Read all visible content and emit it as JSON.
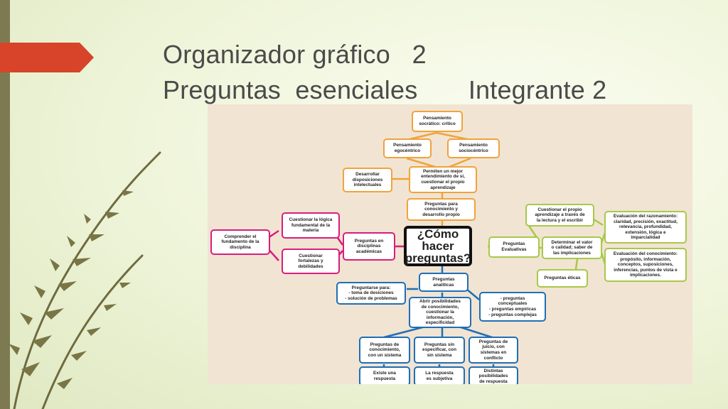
{
  "slide": {
    "title_line1": "Organizador gráfico   2",
    "title_line2": "Preguntas  esenciales       Integrante 2"
  },
  "colors": {
    "accent_red": "#d7442a",
    "left_bar": "#7d7a52",
    "orange": "#f0a33c",
    "pink": "#d81e7d",
    "green": "#a8c84a",
    "blue": "#1f6fb4",
    "map_background": "#f1e4d3"
  },
  "diagram": {
    "center": "¿Cómo\nhacer\npreguntas?",
    "orange_branch": {
      "socratico": "Pensamiento\nsocrático: crítico",
      "egocentrico": "Pensamiento\negocéntrico",
      "sociocentrico": "Pensamiento\nsociocéntrico",
      "disposiciones": "Desarrollar\ndisposiciones\nintelectuales",
      "permiten": "Permiten un mejor\nentendimiento de sí,\ncuestionar el propio\naprendizaje",
      "conocimiento": "Preguntas para\nconocimiento y\ndesarrollo propio"
    },
    "pink_branch": {
      "logica": "Cuestionar la lógica\nfundamental de la\nmateria",
      "fundamento": "Comprender el\nfundamento de la\ndisciplina",
      "fortalezas": "Cuestionar\nfortalezas y\ndebilidades",
      "disciplinas": "Preguntas en\ndisciplinas\nacadémicas"
    },
    "green_branch": {
      "cuestionar_aprendizaje": "Cuestionar el propio\naprendizaje a través de\nla lectura y el escribir",
      "evaluativas": "Preguntas\nEvaluativas",
      "valor": "Determinar el valor\no calidad; saber de\nlas implicaciones",
      "eticas": "Preguntas éticas",
      "razonamiento": "Evaluación del razonamiento:\nclaridad, precisión, exactitud,\nrelevancia, profundidad,\nextensión, lógica e\nimparcialidad",
      "evaluacion_conocimiento": "Evaluación del conocimiento:\npropósito, información,\nconceptos, suposiciones,\ninferencias, puntos de vista e\nimplicaciones."
    },
    "blue_branch": {
      "analiticas": "Preguntas\nanalíticas",
      "preguntarse": "Preguntarse para:\n- toma de desiciones\n- solución de problemas",
      "conceptuales": "- preguntas\nconceptuales\n- preguntas empíricas\n- preguntas complejas",
      "abrir": "Abrir posibilidades\nde conocimiento,\ncuestionar la\ninformación,\nespecificidad",
      "con_sistema": "Preguntas de\nconocimiento,\ncon un sistema",
      "sin_sistema": "Preguntas sin\nespecificar, con\nsin sistema",
      "juicio": "Preguntas de\njuicio, con\nsistemas en\nconflicto",
      "existe": "Existe una\nrespuesta",
      "subjetiva": "La respuesta\nes subjetiva",
      "distintas": "Distintas\nposibilidades\nde respuesta"
    }
  }
}
